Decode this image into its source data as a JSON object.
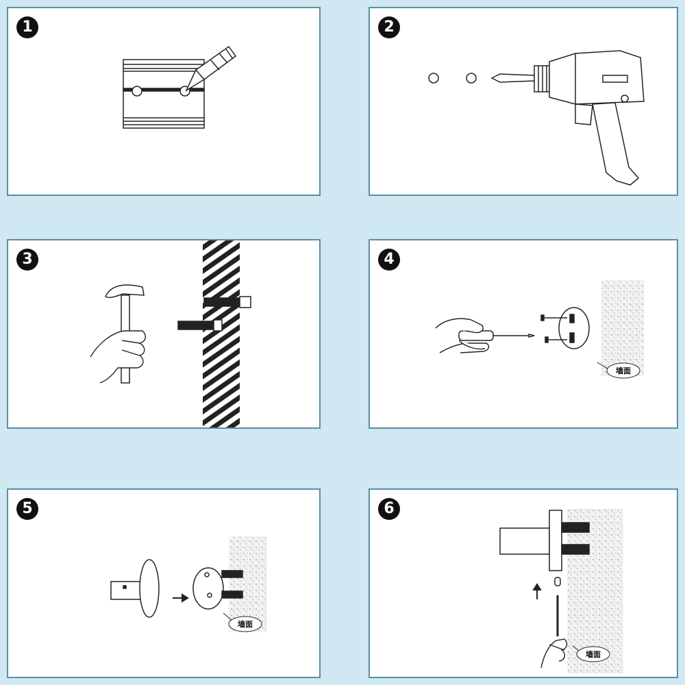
{
  "steps": [
    {
      "number": "1"
    },
    {
      "number": "2"
    },
    {
      "number": "3"
    },
    {
      "number": "4",
      "wall_label": "墙面"
    },
    {
      "number": "5",
      "wall_label": "墙面"
    },
    {
      "number": "6",
      "wall_label": "墙面"
    }
  ],
  "icons": {
    "panel1": [
      "mounting-plate-icon",
      "pencil-icon"
    ],
    "panel2": [
      "drill-hole-icon",
      "electric-drill-icon"
    ],
    "panel3": [
      "hammer-icon",
      "hand-icon",
      "wall-anchor-icon",
      "hatched-wall-icon"
    ],
    "panel4": [
      "screwdriver-icon",
      "hand-icon",
      "screw-icon",
      "round-base-icon",
      "wall-texture-icon"
    ],
    "panel5": [
      "hook-icon",
      "arrow-right-icon",
      "round-base-icon",
      "wall-texture-icon"
    ],
    "panel6": [
      "hook-icon",
      "arrow-up-icon",
      "set-screw-icon",
      "allen-key-icon",
      "hand-icon",
      "wall-texture-icon"
    ]
  },
  "colors": {
    "background": "#cfe8f2",
    "panel_border": "#5a8fa3",
    "line": "#222222"
  }
}
